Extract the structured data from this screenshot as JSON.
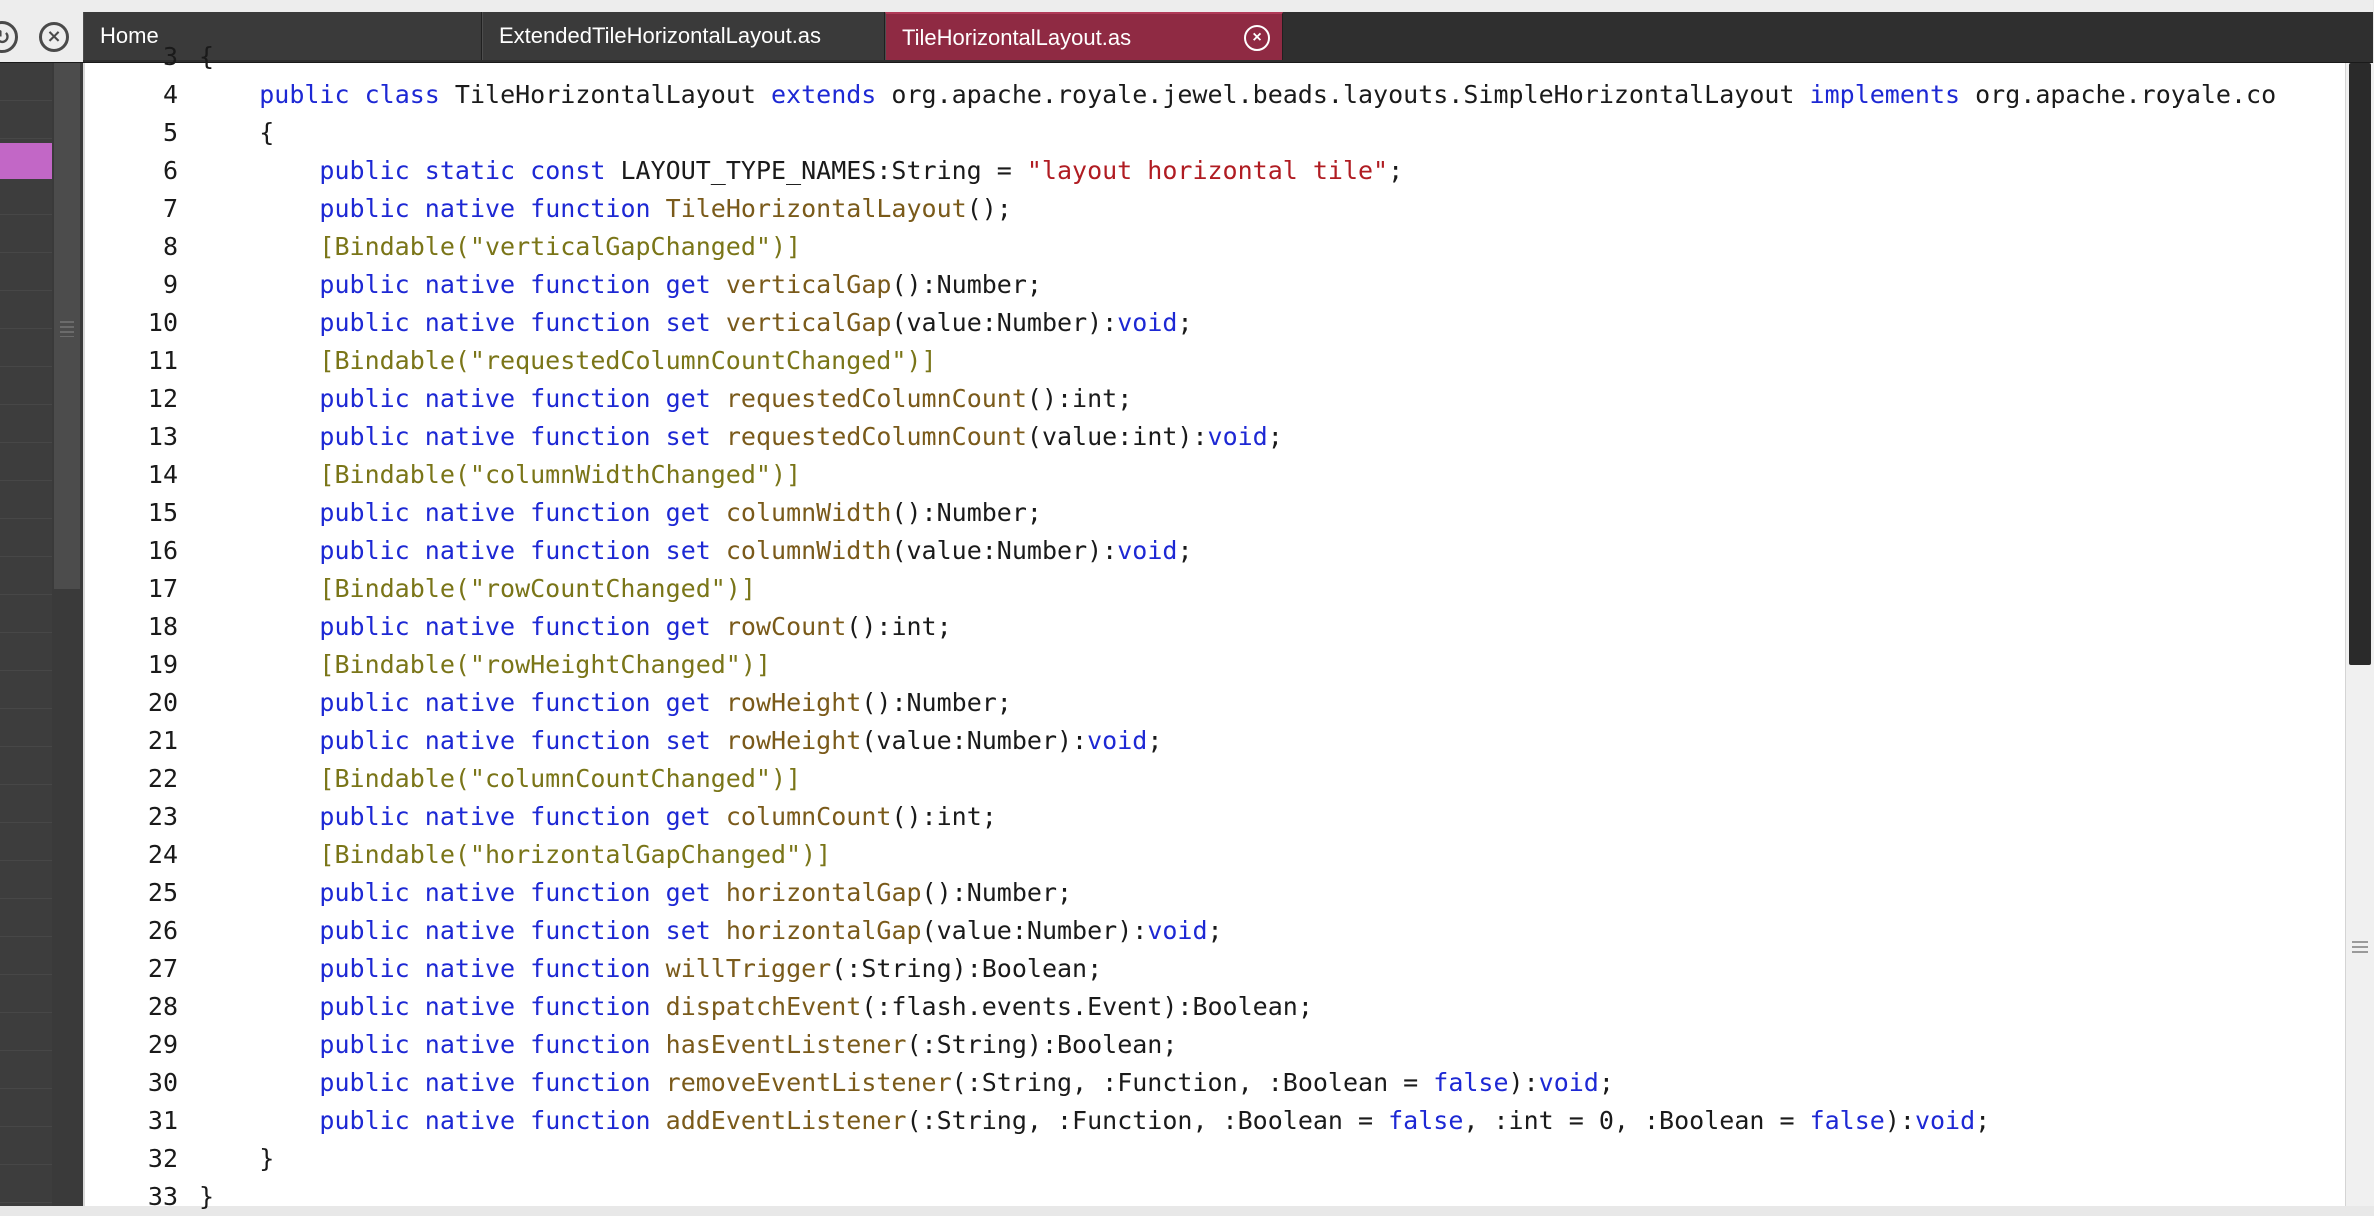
{
  "tabs": {
    "home": "Home",
    "extended": "ExtendedTileHorizontalLayout.as",
    "active": "TileHorizontalLayout.as"
  },
  "icons": {
    "refresh": "refresh-icon",
    "close_all": "close-all-icon",
    "tab_close": "close-icon"
  },
  "colors": {
    "active_tab": "#8f2a43",
    "sidebar_highlight": "#c267c6",
    "keyword": "#1d28d4",
    "string": "#b01c22",
    "metadata": "#7a7518"
  },
  "code": {
    "lines": [
      {
        "n": "3",
        "text": "{"
      },
      {
        "n": "4",
        "text": "    public class TileHorizontalLayout extends org.apache.royale.jewel.beads.layouts.SimpleHorizontalLayout implements org.apache.royale.co"
      },
      {
        "n": "5",
        "text": "    {"
      },
      {
        "n": "6",
        "text": "        public static const LAYOUT_TYPE_NAMES:String = \"layout horizontal tile\";"
      },
      {
        "n": "7",
        "text": "        public native function TileHorizontalLayout();"
      },
      {
        "n": "8",
        "text": "        [Bindable(\"verticalGapChanged\")]"
      },
      {
        "n": "9",
        "text": "        public native function get verticalGap():Number;"
      },
      {
        "n": "10",
        "text": "        public native function set verticalGap(value:Number):void;"
      },
      {
        "n": "11",
        "text": "        [Bindable(\"requestedColumnCountChanged\")]"
      },
      {
        "n": "12",
        "text": "        public native function get requestedColumnCount():int;"
      },
      {
        "n": "13",
        "text": "        public native function set requestedColumnCount(value:int):void;"
      },
      {
        "n": "14",
        "text": "        [Bindable(\"columnWidthChanged\")]"
      },
      {
        "n": "15",
        "text": "        public native function get columnWidth():Number;"
      },
      {
        "n": "16",
        "text": "        public native function set columnWidth(value:Number):void;"
      },
      {
        "n": "17",
        "text": "        [Bindable(\"rowCountChanged\")]"
      },
      {
        "n": "18",
        "text": "        public native function get rowCount():int;"
      },
      {
        "n": "19",
        "text": "        [Bindable(\"rowHeightChanged\")]"
      },
      {
        "n": "20",
        "text": "        public native function get rowHeight():Number;"
      },
      {
        "n": "21",
        "text": "        public native function set rowHeight(value:Number):void;"
      },
      {
        "n": "22",
        "text": "        [Bindable(\"columnCountChanged\")]"
      },
      {
        "n": "23",
        "text": "        public native function get columnCount():int;"
      },
      {
        "n": "24",
        "text": "        [Bindable(\"horizontalGapChanged\")]"
      },
      {
        "n": "25",
        "text": "        public native function get horizontalGap():Number;"
      },
      {
        "n": "26",
        "text": "        public native function set horizontalGap(value:Number):void;"
      },
      {
        "n": "27",
        "text": "        public native function willTrigger(:String):Boolean;"
      },
      {
        "n": "28",
        "text": "        public native function dispatchEvent(:flash.events.Event):Boolean;"
      },
      {
        "n": "29",
        "text": "        public native function hasEventListener(:String):Boolean;"
      },
      {
        "n": "30",
        "text": "        public native function removeEventListener(:String, :Function, :Boolean = false):void;"
      },
      {
        "n": "31",
        "text": "        public native function addEventListener(:String, :Function, :Boolean = false, :int = 0, :Boolean = false):void;"
      },
      {
        "n": "32",
        "text": "    }"
      },
      {
        "n": "33",
        "text": "}"
      }
    ]
  }
}
